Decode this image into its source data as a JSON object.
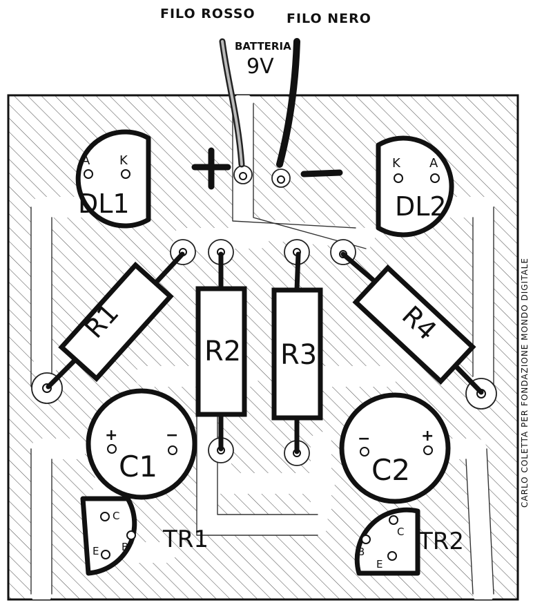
{
  "wires": {
    "red_label": "FILO ROSSO",
    "black_label": "FILO NERO",
    "battery_label": "BATTERIA",
    "battery_voltage": "9V"
  },
  "board": {
    "plus_sign": "+",
    "minus_sign": "−"
  },
  "components": {
    "dl1": {
      "label": "DL1",
      "pin_a": "A",
      "pin_k": "K"
    },
    "dl2": {
      "label": "DL2",
      "pin_a": "A",
      "pin_k": "K"
    },
    "r1": {
      "label": "R1"
    },
    "r2": {
      "label": "R2"
    },
    "r3": {
      "label": "R3"
    },
    "r4": {
      "label": "R4"
    },
    "c1": {
      "label": "C1",
      "plus": "+",
      "minus": "−"
    },
    "c2": {
      "label": "C2",
      "plus": "+",
      "minus": "−"
    },
    "tr1": {
      "label": "TR1",
      "pin_c": "C",
      "pin_b": "B",
      "pin_e": "E"
    },
    "tr2": {
      "label": "TR2",
      "pin_c": "C",
      "pin_b": "B",
      "pin_e": "E"
    }
  },
  "credit": "CARLO COLETTA PER FONDAZIONE MONDO DIGITALE"
}
